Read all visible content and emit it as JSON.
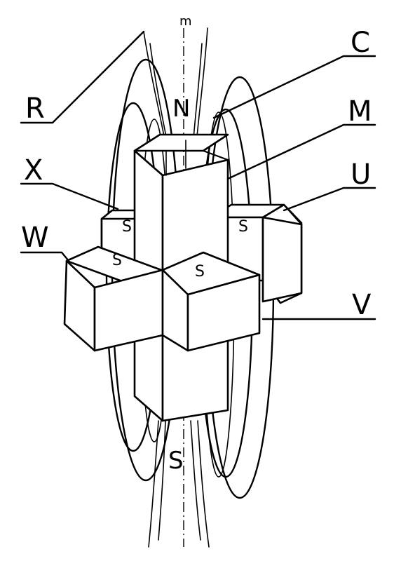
{
  "labels": {
    "R": "R",
    "C": "C",
    "M": "M",
    "X": "X",
    "U": "U",
    "W": "W",
    "V": "V",
    "axis": "m"
  },
  "poles": {
    "north": "N",
    "south": "S"
  },
  "faces": {
    "x_arm": "S",
    "u_arm": "S",
    "w_arm": "S",
    "v_arm": "S"
  }
}
